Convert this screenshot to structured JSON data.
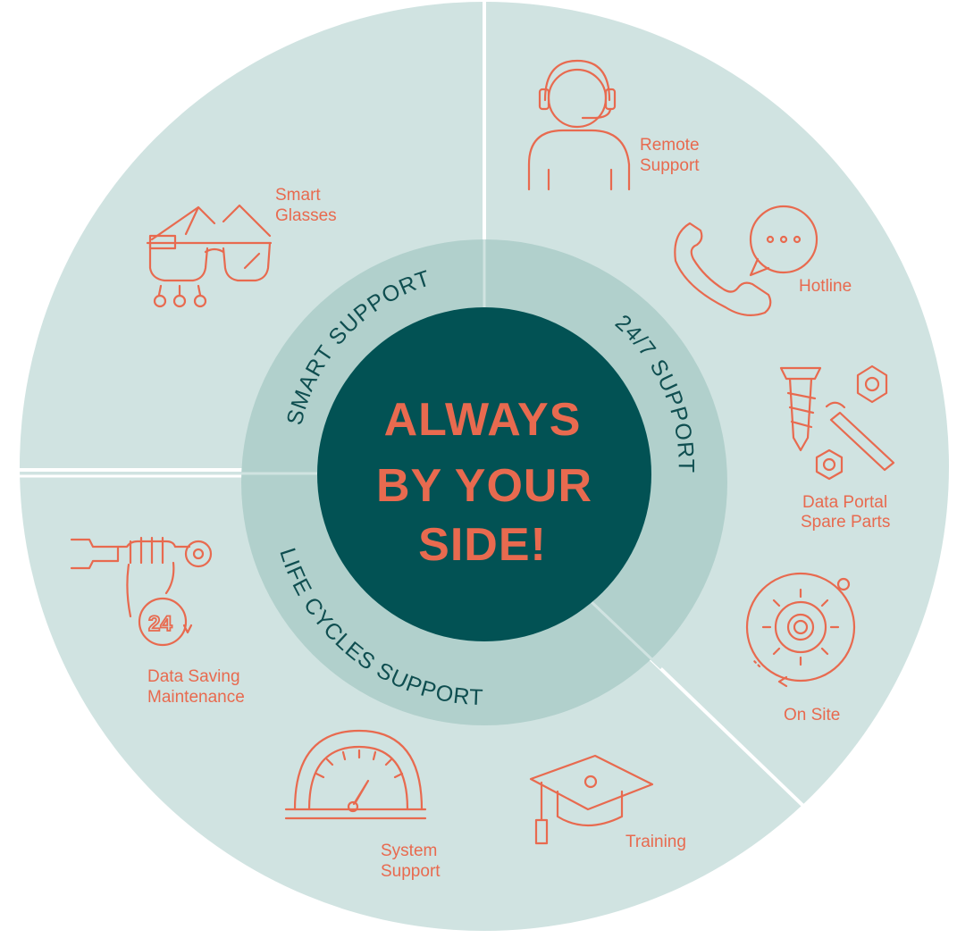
{
  "center": {
    "lines": [
      "ALWAYS",
      "BY YOUR",
      "SIDE!"
    ]
  },
  "ring": {
    "smart": "SMART SUPPORT",
    "h247": "24/7 SUPPORT",
    "life": "LIFE CYCLES SUPPORT"
  },
  "services": {
    "smart_glasses": [
      "Smart",
      "Glasses"
    ],
    "remote_support": [
      "Remote",
      "Support"
    ],
    "hotline": [
      "Hotline"
    ],
    "data_portal": [
      "Data Portal",
      "Spare Parts"
    ],
    "on_site": [
      "On Site"
    ],
    "training": [
      "Training"
    ],
    "system_support": [
      "System",
      "Support"
    ],
    "data_saving": [
      "Data Saving",
      "Maintenance"
    ],
    "clock_badge": "24"
  },
  "colors": {
    "outer_fill": "#d0e3e1",
    "ring_fill": "#b1d0cc",
    "center_fill": "#025254",
    "accent": "#e86a4f",
    "ring_text": "#0f4e50"
  },
  "icons": [
    "smart-glasses-icon",
    "headset-person-icon",
    "phone-chat-icon",
    "screws-nuts-icon",
    "gear-cycle-icon",
    "graduation-cap-icon",
    "speedometer-icon",
    "wrench-hand-clock-icon"
  ]
}
